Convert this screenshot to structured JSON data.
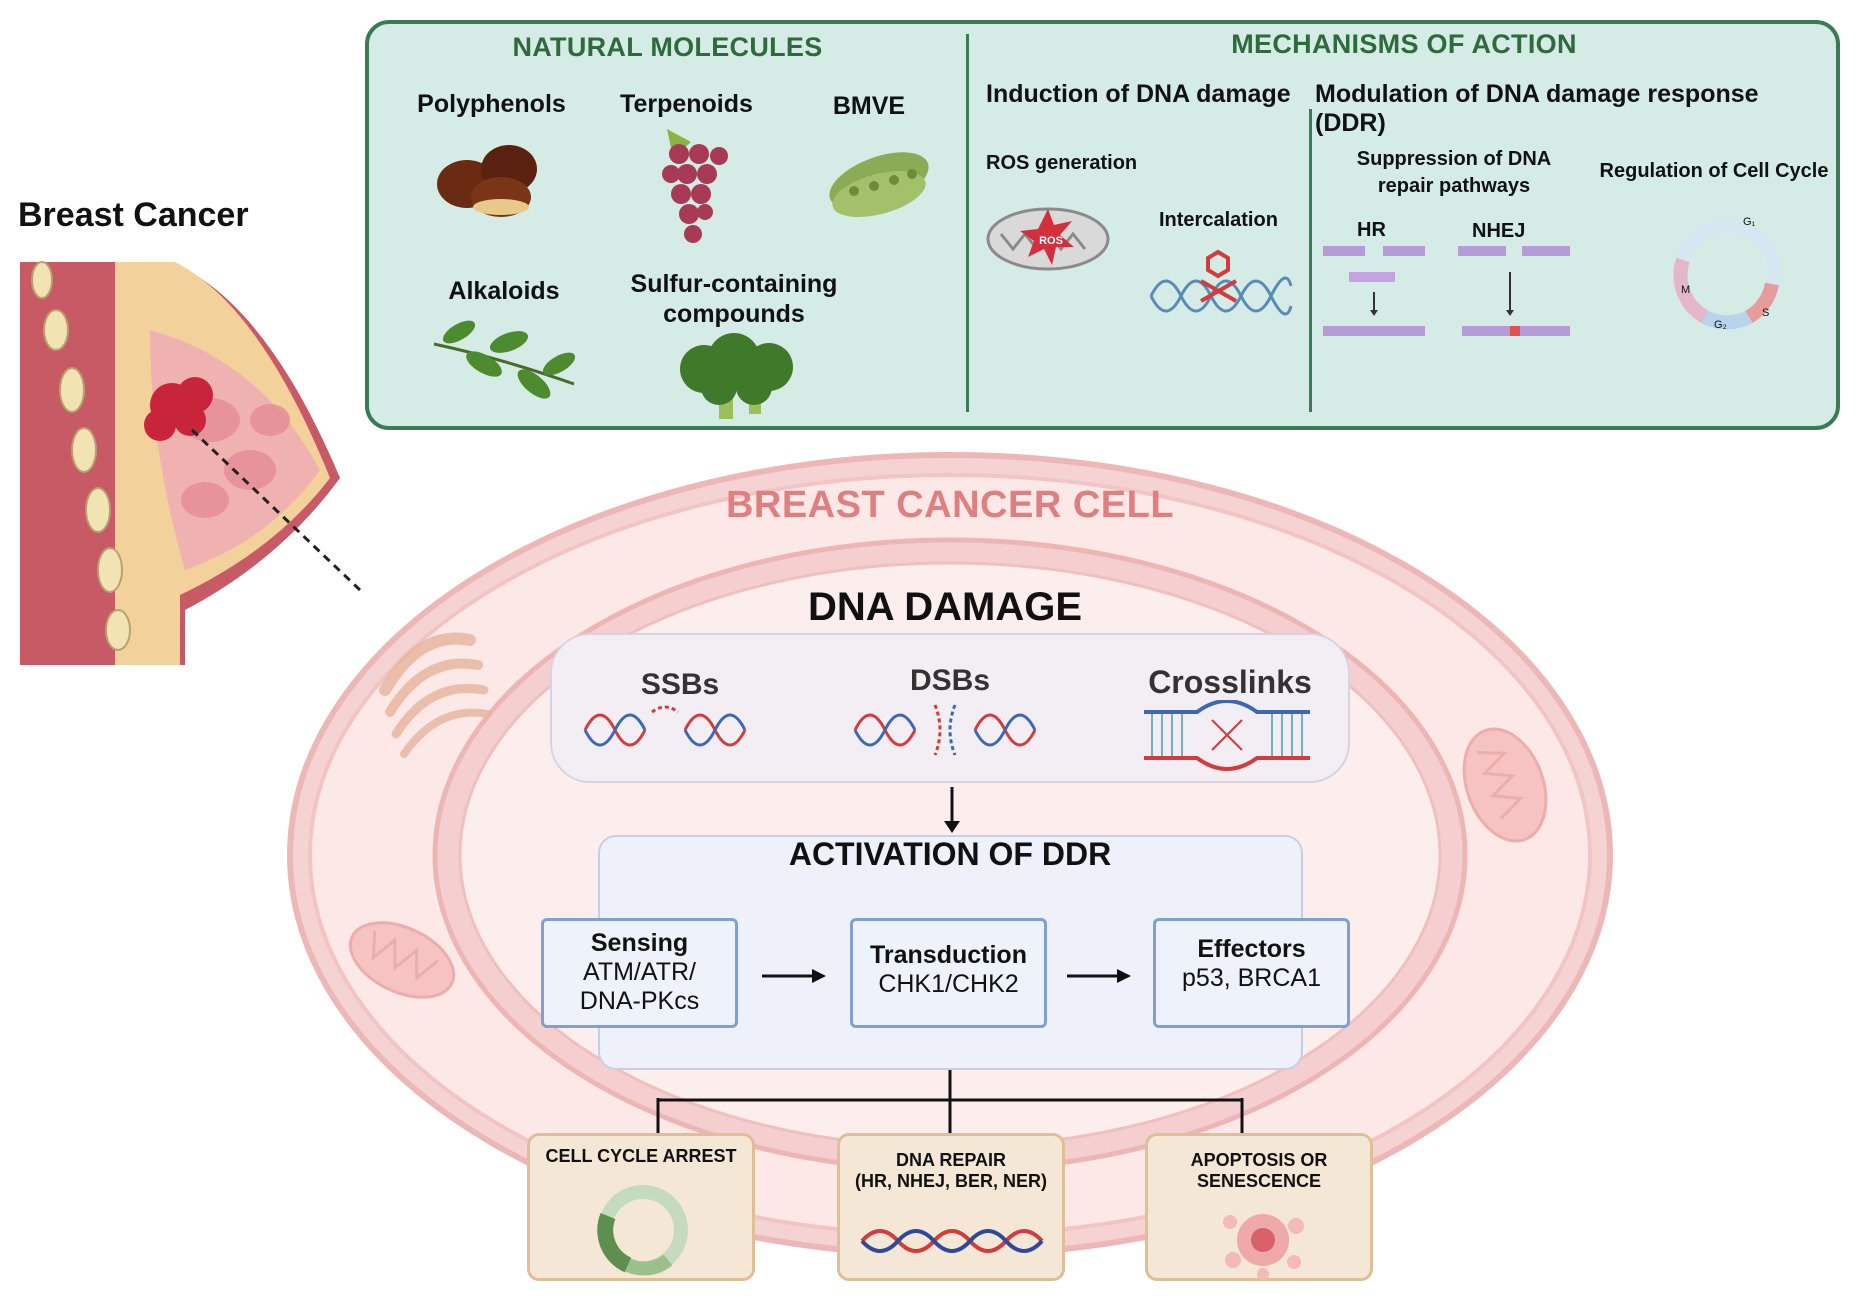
{
  "breast": {
    "title": "Breast Cancer"
  },
  "natural_molecules": {
    "heading": "NATURAL MOLECULES",
    "items": [
      "Polyphenols",
      "Terpenoids",
      "BMVE",
      "Alkaloids",
      "Sulfur-containing",
      "compounds"
    ]
  },
  "mechanisms": {
    "heading": "MECHANISMS OF ACTION",
    "induction": "Induction of DNA damage",
    "modulation": "Modulation of DNA damage response (DDR)",
    "ros_generation": "ROS generation",
    "ros_badge": "ROS",
    "intercalation": "Intercalation",
    "suppression_line1": "Suppression of DNA",
    "suppression_line2": "repair pathways",
    "hr": "HR",
    "nhej": "NHEJ",
    "regulation": "Regulation of Cell Cycle",
    "phases": [
      "G₁",
      "M",
      "G₂",
      "S"
    ]
  },
  "cell": {
    "title": "BREAST CANCER CELL",
    "dna_damage": "DNA DAMAGE",
    "damage_types": [
      "SSBs",
      "DSBs",
      "Crosslinks"
    ],
    "ddr_title": "ACTIVATION OF DDR",
    "steps": [
      {
        "title": "Sensing",
        "line1": "ATM/ATR/",
        "line2": "DNA-PKcs"
      },
      {
        "title": "Transduction",
        "line1": "CHK1/CHK2",
        "line2": ""
      },
      {
        "title": "Effectors",
        "line1": "p53, BRCA1",
        "line2": ""
      }
    ],
    "outcomes": [
      {
        "line1": "CELL CYCLE ARREST",
        "line2": ""
      },
      {
        "line1": "DNA REPAIR",
        "line2": "(HR, NHEJ, BER, NER)"
      },
      {
        "line1": "APOPTOSIS OR",
        "line2": "SENESCENCE"
      }
    ]
  },
  "colors": {
    "panel_bg": "#d5ece6",
    "panel_border": "#3a7a55",
    "cell_pink": "#f2c4c4",
    "cell_title": "#e07f7f",
    "box_blue": "#7f9fd6",
    "box_tan": "#e0bf98"
  }
}
